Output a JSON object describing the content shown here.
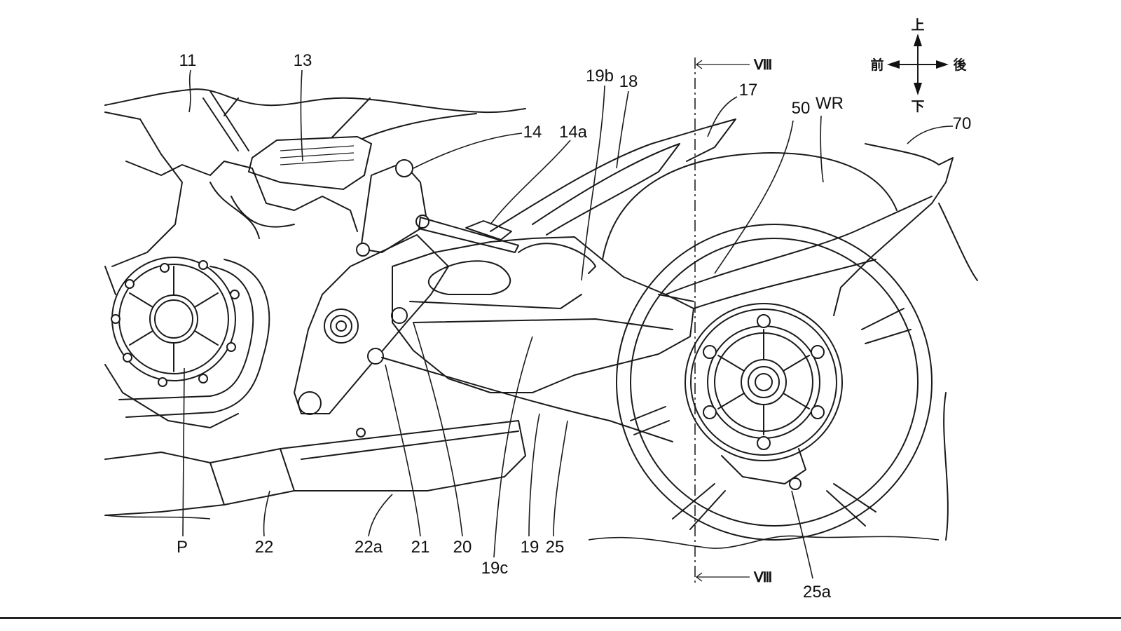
{
  "figure": {
    "type": "patent-drawing",
    "subject": "motorcycle rear section side view",
    "line_color": "#1a1a1a",
    "background": "#ffffff"
  },
  "orientation": {
    "up": "上",
    "down": "下",
    "front": "前",
    "rear": "後"
  },
  "section": {
    "top_label": "Ⅷ",
    "bottom_label": "Ⅷ"
  },
  "labels": {
    "l11": "11",
    "l13": "13",
    "l14": "14",
    "l14a": "14a",
    "l19b": "19b",
    "l18": "18",
    "l17": "17",
    "l50": "50",
    "lWR": "WR",
    "l70": "70",
    "lP": "P",
    "l22": "22",
    "l22a": "22a",
    "l21": "21",
    "l20": "20",
    "l19c": "19c",
    "l19": "19",
    "l25": "25",
    "l25a": "25a"
  }
}
